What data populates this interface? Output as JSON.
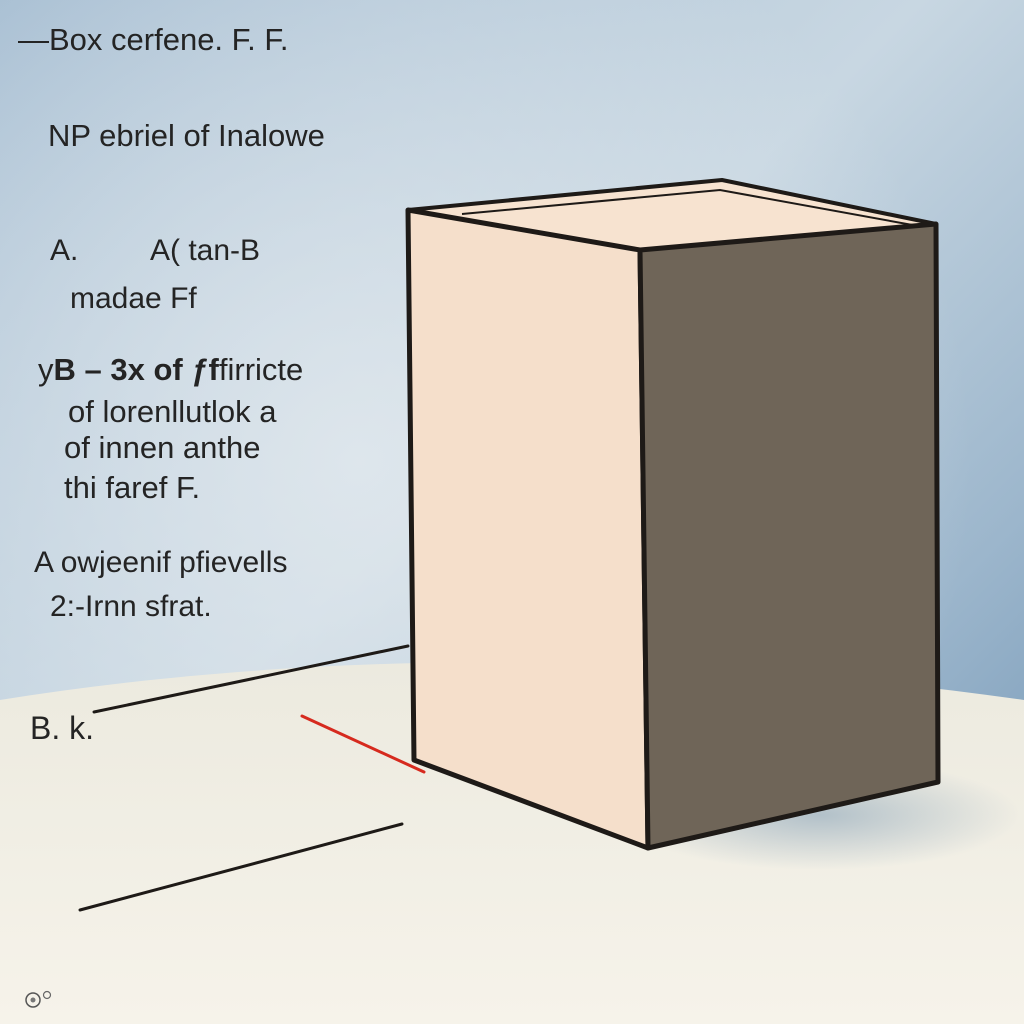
{
  "labels": {
    "title": "—Box cerfene. F. F.",
    "subtitle": "NP ebriel of Inalowe",
    "item_a_letter": "A.",
    "item_a_text": "A( tan-B",
    "item_a_line2": "madae Ff",
    "item_b_prefix": "y",
    "item_b_bold": "B – 3x of ƒf",
    "item_b_rest": "firricte",
    "item_b_line2": "of lorenllutlok a",
    "item_b_line3": "of innen anthe",
    "item_b_line4": "thi faref F.",
    "item_c_line1": "A owjeenif pfievells",
    "item_c_line2": "2:-Irnn sfrat.",
    "bottom_label": "B. k."
  },
  "colors": {
    "sky_top": "#9bb6cf",
    "sky_mid": "#c9d8e3",
    "floor": "#f2efe4",
    "box_front": "#f5dfcb",
    "box_side": "#6f6558",
    "box_top": "#f7e3d0",
    "outline": "#1e1a17",
    "red_line": "#d62a1e"
  },
  "icons": {
    "corner": "small-circle-mark-icon"
  }
}
